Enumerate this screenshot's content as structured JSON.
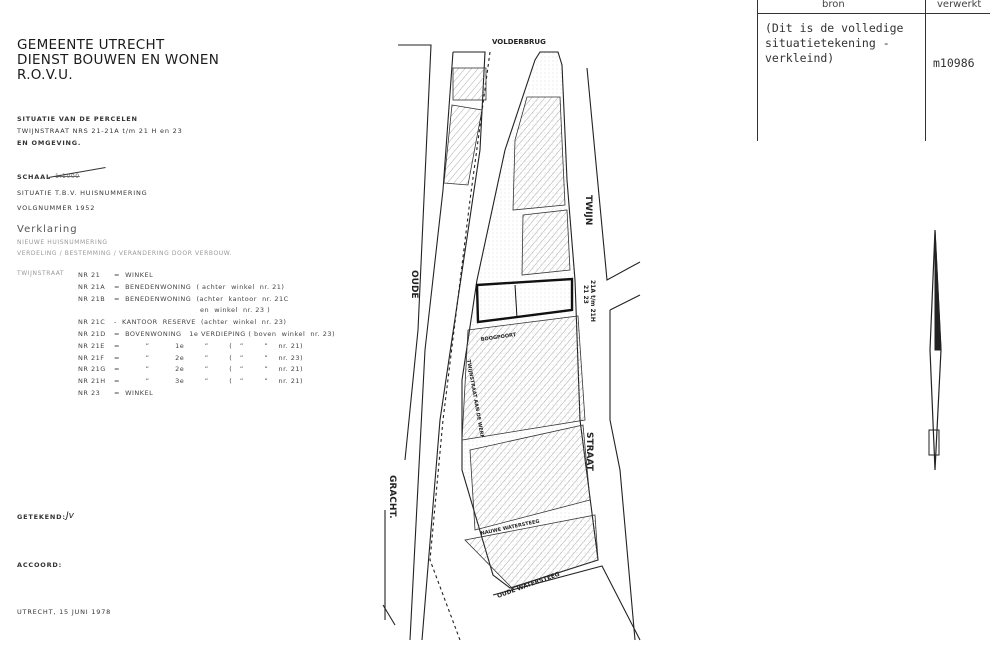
{
  "header": {
    "line1": "GEMEENTE UTRECHT",
    "line2": "DIENST BOUWEN EN WONEN",
    "line3": "R.O.V.U."
  },
  "subject": {
    "line1": "SITUATIE   VAN DE PERCELEN",
    "line2": "TWIJNSTRAAT  NRS  21-21A t/m 21 H  en  23",
    "line3": "EN OMGEVING."
  },
  "scale": {
    "label": "SCHAAL",
    "value": "1:1000"
  },
  "purpose": "SITUATIE  T.B.V.  HUISNUMMERING",
  "volgnummer": "VOLGNUMMER  1952",
  "verklaring": {
    "title": "Verklaring",
    "line1": "NIEUWE HUISNUMMERING",
    "line2": "VERDELING / BESTEMMING / VERANDERING  DOOR  VERBOUW."
  },
  "legend": {
    "street": "TWIJNSTRAAT",
    "rows": [
      {
        "nr": "NR 21",
        "desc": "=  WINKEL"
      },
      {
        "nr": "NR 21A",
        "desc": "=  BENEDENWONING  ( achter  winkel  nr. 21)"
      },
      {
        "nr": "NR 21B",
        "desc": "=  BENEDENWONING  (achter  kantoor  nr. 21C"
      },
      {
        "nr": "",
        "desc": "en  winkel  nr. 23 )"
      },
      {
        "nr": "NR 21C",
        "desc": "-  KANTOOR  RESERVE  (achter  winkel  nr. 23)"
      },
      {
        "nr": "NR 21D",
        "desc": "=  BOVENWONING   1e VERDIEPING ( boven  winkel  nr. 23)"
      },
      {
        "nr": "NR 21E",
        "desc": "=          ”          1e        ”        (   ”        ”    nr. 21)"
      },
      {
        "nr": "NR 21F",
        "desc": "=          ”          2e        ”        (   ”        ”    nr. 23)"
      },
      {
        "nr": "NR 21G",
        "desc": "=          ”          2e        ”        (   ”        ”    nr. 21)"
      },
      {
        "nr": "NR 21H",
        "desc": "=          ”          3e        ”        (   ”        ”    nr. 21)"
      },
      {
        "nr": "NR 23",
        "desc": "=  WINKEL"
      }
    ]
  },
  "signatures": {
    "getekend": "GETEKEND:",
    "initials": "Jv",
    "accoord": "ACCOORD:",
    "place_date": "UTRECHT,   15 JUNI   1978"
  },
  "archive_table": {
    "col1_header": "bron",
    "col2_header": "verwerkt",
    "col1_value": "(Dit is de volledige\nsituatietekening -\nverkleind)",
    "col2_value": "m10986"
  },
  "map_labels": {
    "volderbrug": "VOLDERBRUG",
    "oude": "OUDE",
    "gracht": "GRACHT.",
    "twijn": "TWIJN",
    "straat": "STRAAT",
    "numbers": "21A t/m 21H",
    "nrs": "21  23",
    "twijnstraat_aan_de_werf": "TWIJNSTRAAT AAN DE WERF",
    "boogpoort": "BOOGPOORT",
    "nauwe_watersteeg": "NAUWE WATERSTEEG",
    "oude_watersteeg": "OUDE WATERSTEEG"
  },
  "colors": {
    "ink": "#222222",
    "paper": "#ffffff",
    "hatch": "#777777"
  }
}
